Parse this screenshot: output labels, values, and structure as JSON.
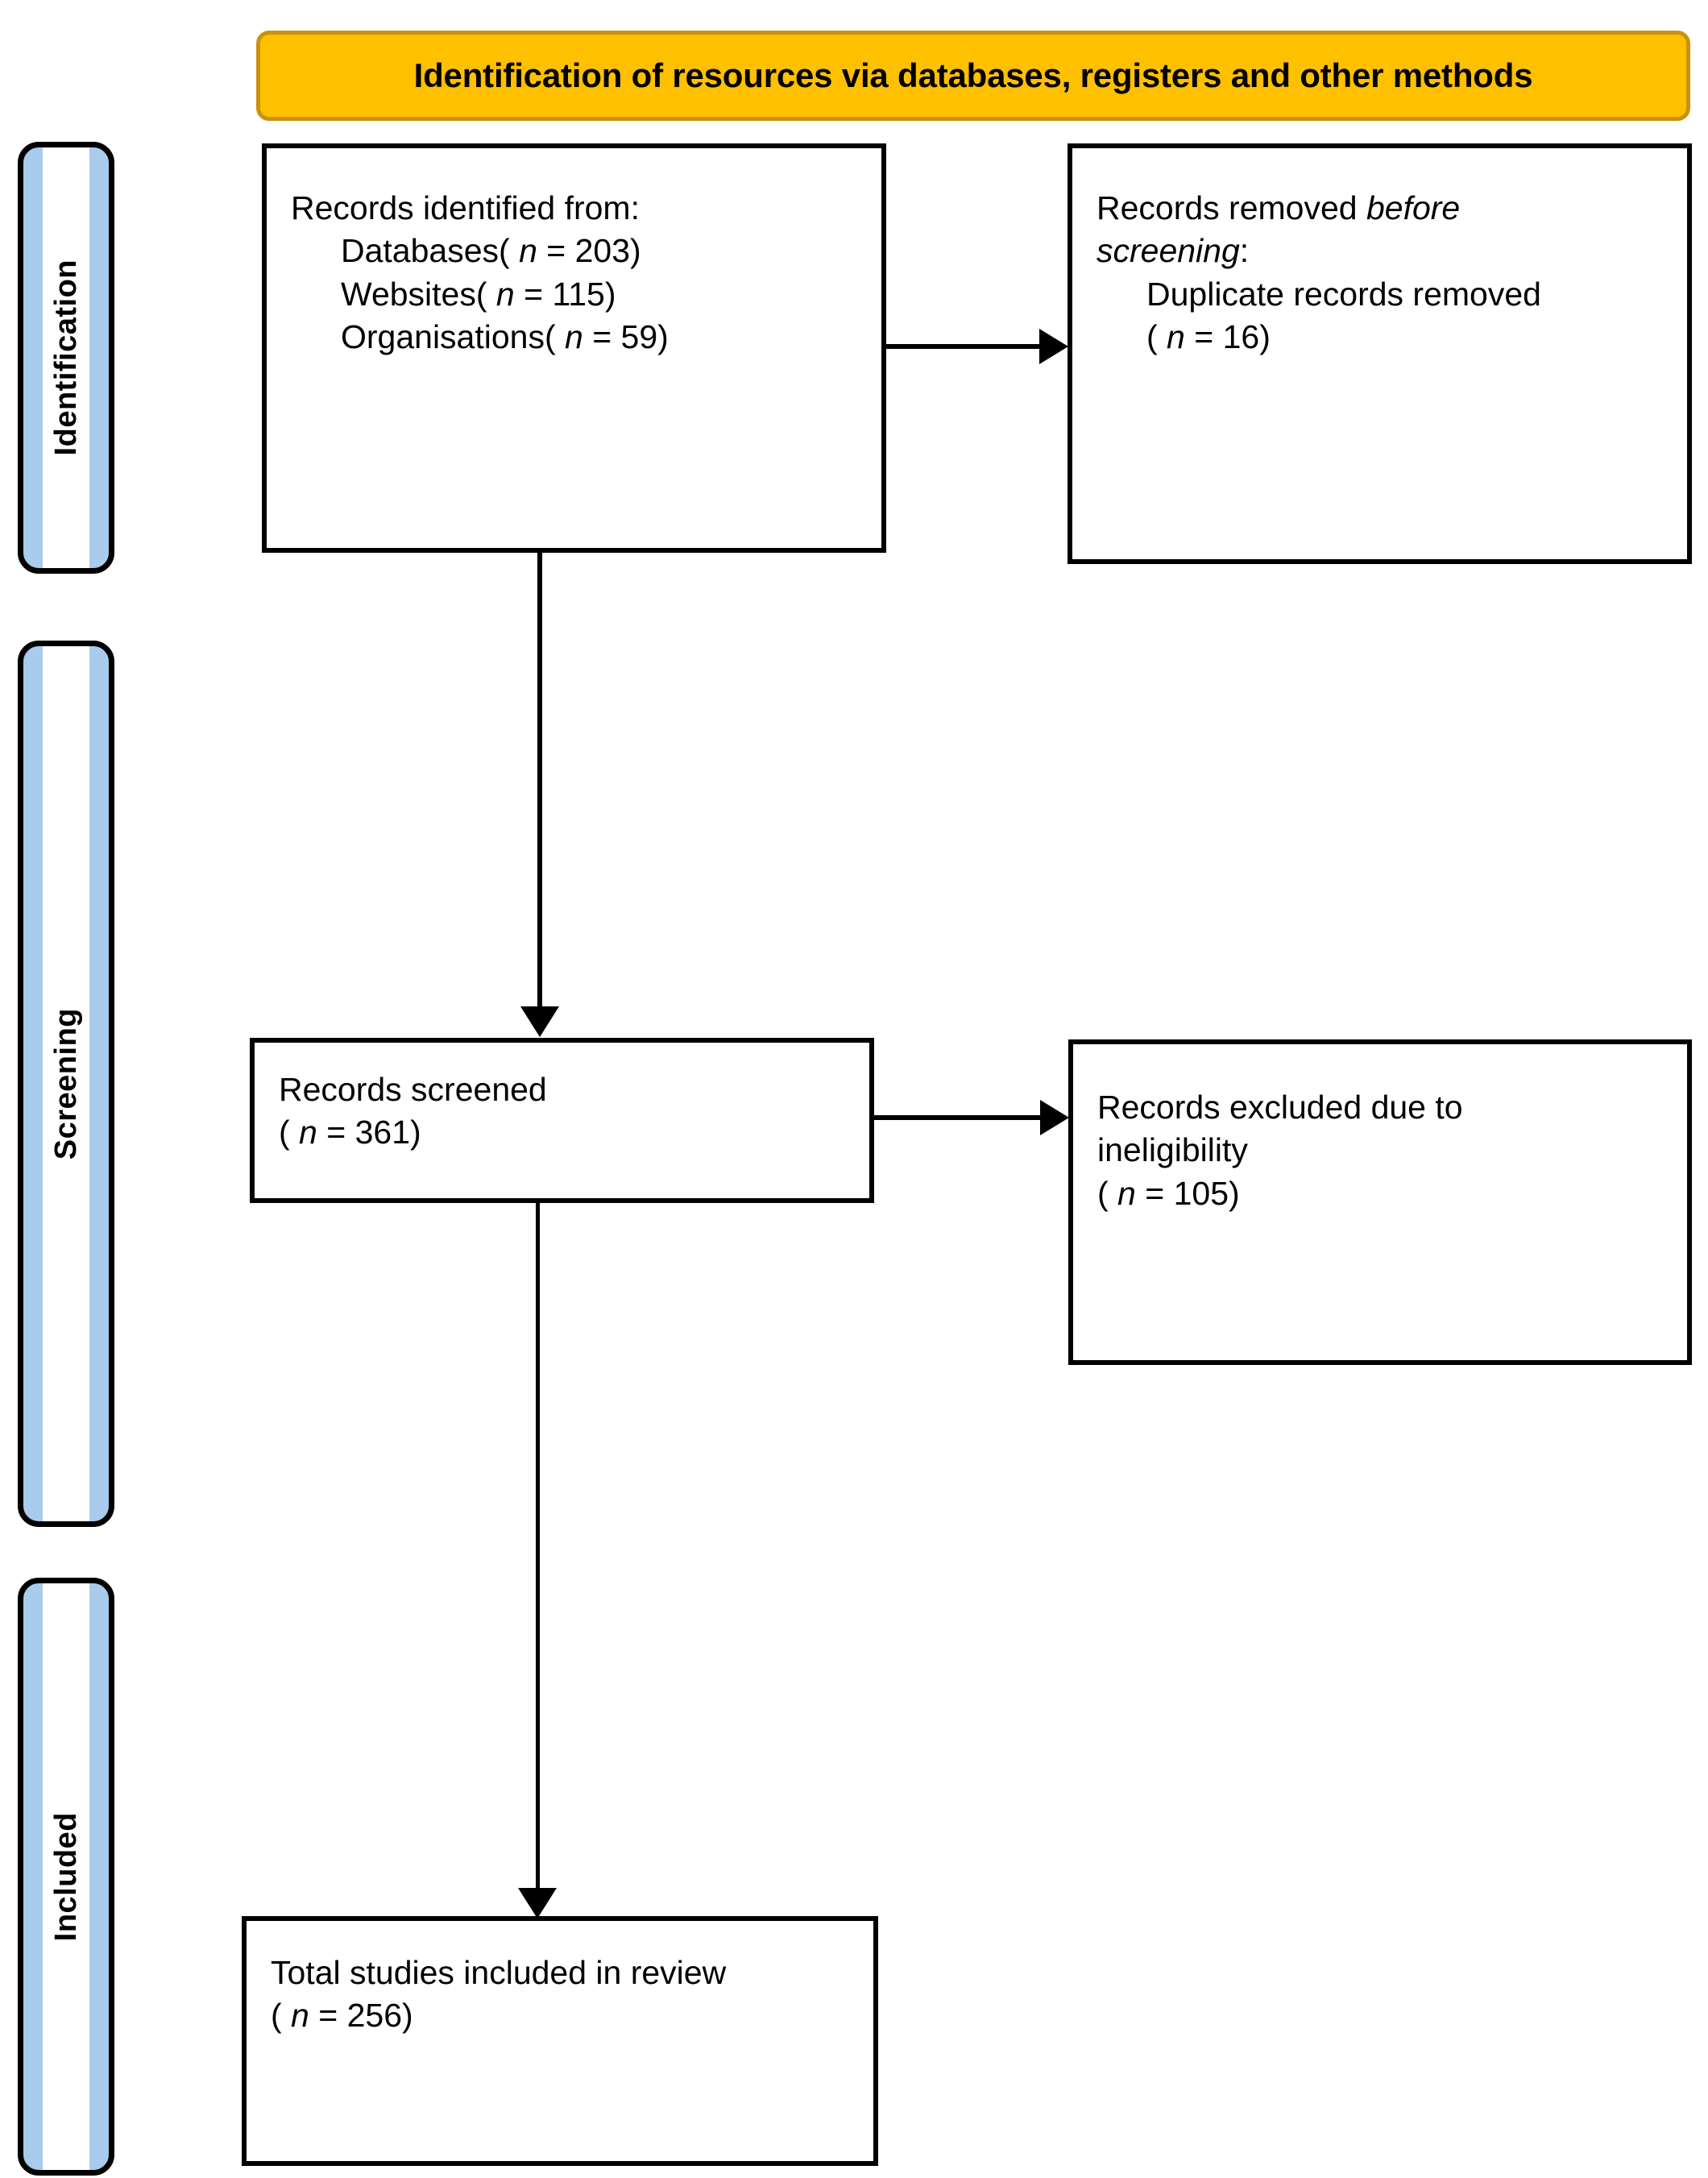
{
  "diagram": {
    "type": "prisma-flow-diagram",
    "title": "Identification of resources via databases, registers and other methods",
    "colors": {
      "banner_fill": "#FFC000",
      "banner_border": "#C8920F",
      "stage_fill": "#A9CBEC",
      "box_border": "#000000",
      "box_fill": "#FFFFFF",
      "text": "#000000"
    }
  },
  "stages": [
    {
      "id": "identification",
      "label": "Identification"
    },
    {
      "id": "screening",
      "label": "Screening"
    },
    {
      "id": "included",
      "label": "Included"
    }
  ],
  "boxes": {
    "records_identified": {
      "id": "records-identified",
      "heading": "Records identified from:",
      "items": [
        {
          "label": "Databases",
          "n_prefix": "( ",
          "n_symbol": "n",
          "n_text": " = 203)",
          "n": 203
        },
        {
          "label": "Websites",
          "n_prefix": "( ",
          "n_symbol": "n",
          "n_text": " = 115)",
          "n": 115
        },
        {
          "label": "Organisations",
          "n_prefix": "( ",
          "n_symbol": "n",
          "n_text": " = 59)",
          "n": 59
        }
      ]
    },
    "records_removed": {
      "id": "records-removed-before-screening",
      "heading_plain": "Records removed ",
      "heading_italic_1": "before",
      "heading_italic_2": "screening",
      "heading_colon": ":",
      "item_label": "Duplicate records removed",
      "item_n_prefix": "( ",
      "item_n_symbol": "n",
      "item_n_text": " = 16)",
      "item_n": 16
    },
    "records_screened": {
      "id": "records-screened",
      "heading": "Records screened",
      "n_prefix": "( ",
      "n_symbol": "n",
      "n_text": " = 361)",
      "n": 361
    },
    "records_excluded": {
      "id": "records-excluded",
      "heading_line_1": "Records excluded due to",
      "heading_line_2": "ineligibility",
      "n_prefix": "( ",
      "n_symbol": "n",
      "n_text": " = 105)",
      "n": 105
    },
    "total_included": {
      "id": "total-studies-included",
      "heading": "Total studies included in review",
      "n_prefix": "( ",
      "n_symbol": "n",
      "n_text": " = 256)",
      "n": 256
    }
  },
  "connectors": [
    {
      "id": "identified-to-removed",
      "from": "records_identified",
      "to": "records_removed",
      "direction": "right"
    },
    {
      "id": "identified-to-screened",
      "from": "records_identified",
      "to": "records_screened",
      "direction": "down"
    },
    {
      "id": "screened-to-excluded",
      "from": "records_screened",
      "to": "records_excluded",
      "direction": "right"
    },
    {
      "id": "screened-to-included",
      "from": "records_screened",
      "to": "total_included",
      "direction": "down"
    }
  ]
}
